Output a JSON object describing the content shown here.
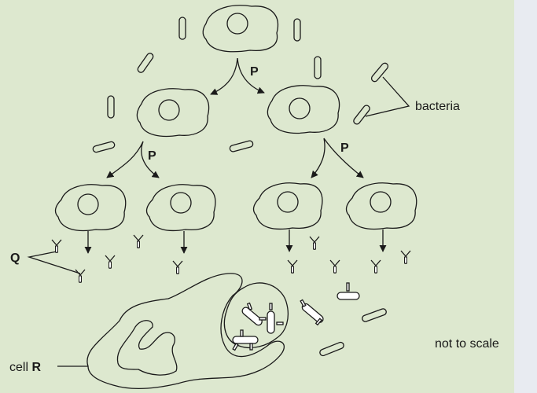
{
  "labels": {
    "process_p1": "P",
    "process_p2": "P",
    "process_p3": "P",
    "bacteria": "bacteria",
    "q": "Q",
    "cell_prefix": "cell ",
    "cell_name": "R",
    "scale_note": "not to scale"
  },
  "colors": {
    "background": "#dde8cf",
    "sidebar": "#e8ebf1",
    "stroke": "#1a1a1a"
  }
}
